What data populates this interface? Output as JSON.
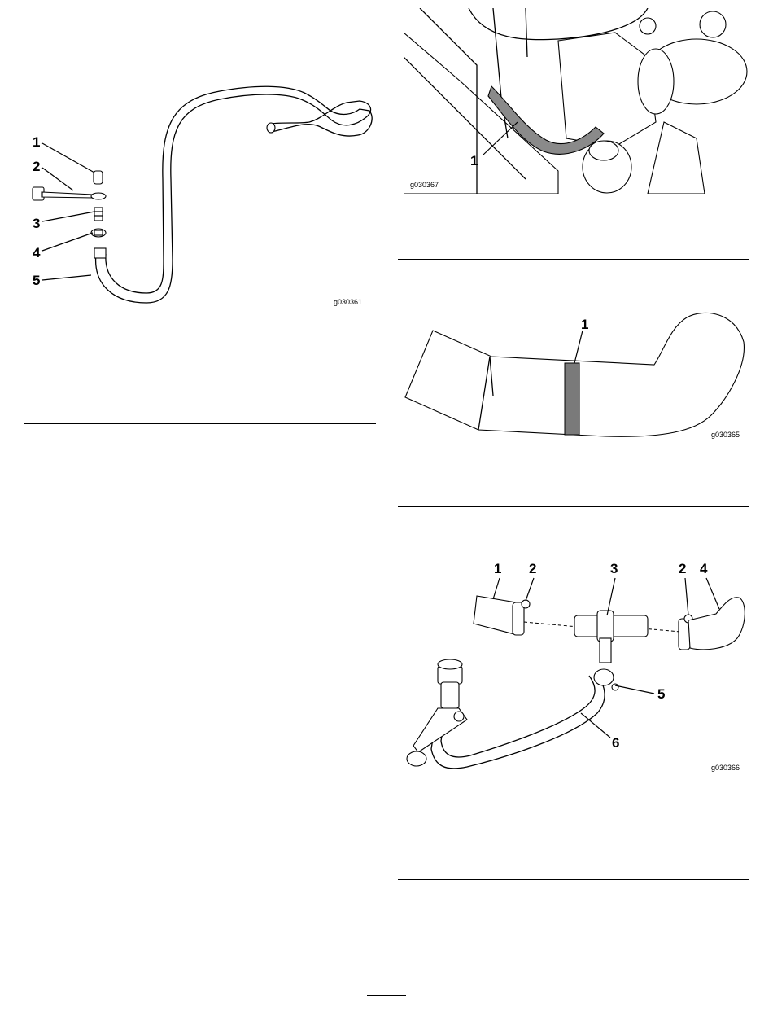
{
  "figures": {
    "fig1": {
      "id": "g030361",
      "callouts": [
        "1",
        "2",
        "3",
        "4",
        "5"
      ]
    },
    "fig2": {
      "id": "g030367",
      "callouts": [
        "1"
      ]
    },
    "fig3": {
      "id": "g030365",
      "callouts": [
        "1"
      ]
    },
    "fig4": {
      "id": "g030366",
      "callouts": [
        "1",
        "2",
        "3",
        "2",
        "4",
        "5",
        "6"
      ]
    }
  }
}
